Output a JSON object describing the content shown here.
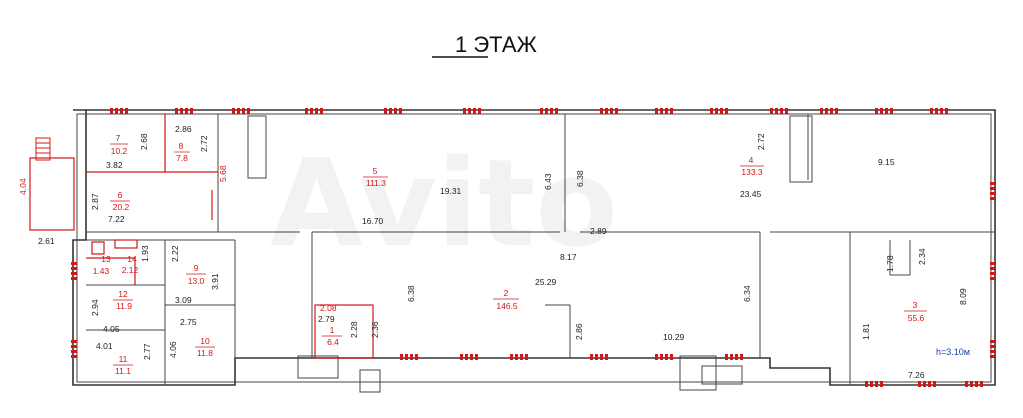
{
  "title": "1 ЭТАЖ",
  "ceiling": "h=3.10м",
  "rooms": [
    {
      "num": "7",
      "area": "10.2"
    },
    {
      "num": "8",
      "area": "7.8"
    },
    {
      "num": "6",
      "area": "20.2"
    },
    {
      "num": "5",
      "area": "111.3"
    },
    {
      "num": "4",
      "area": "133.3"
    },
    {
      "num": "13",
      "area": "1.43"
    },
    {
      "num": "14",
      "area": "2.12"
    },
    {
      "num": "9",
      "area": "13.0"
    },
    {
      "num": "12",
      "area": "11.9"
    },
    {
      "num": "10",
      "area": "11.8"
    },
    {
      "num": "11",
      "area": "11.1"
    },
    {
      "num": "2",
      "area": "146.5"
    },
    {
      "num": "1",
      "area": "6.4"
    },
    {
      "num": "3",
      "area": "55.6"
    }
  ],
  "dims": [
    "4.04",
    "2.61",
    "2.87",
    "3.82",
    "2.68",
    "2.86",
    "2.72",
    "5.68",
    "7.22",
    "19.31",
    "6.43",
    "16.70",
    "6.38",
    "23.45",
    "2.72",
    "9.15",
    "2.89",
    "8.17",
    "1.93",
    "2.22",
    "3.91",
    "2.94",
    "3.09",
    "4.05",
    "2.75",
    "4.01",
    "2.77",
    "4.06",
    "6.38",
    "25.29",
    "2.08",
    "2.79",
    "2.28",
    "2.36",
    "2.86",
    "10.29",
    "6.34",
    "1.78",
    "2.34",
    "8.09",
    "1.81",
    "7.26"
  ]
}
